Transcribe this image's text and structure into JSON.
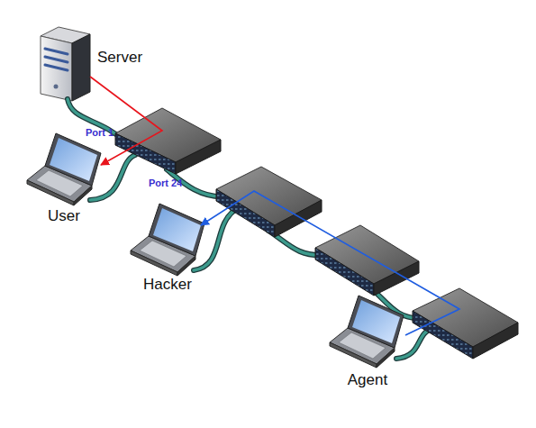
{
  "diagram": {
    "nodes": [
      {
        "text": [
          "Server"
        ]
      },
      {
        "text": [
          "User"
        ]
      },
      {
        "text": [
          "Hacker"
        ]
      },
      {
        "text": [
          "Agent"
        ]
      }
    ],
    "edges": [
      {
        "from": 0,
        "to": 1,
        "arrow": "to"
      },
      {
        "from": 3,
        "to": 2,
        "arrow": "to"
      }
    ],
    "labels": [
      "Port 1",
      "Port 24"
    ]
  }
}
